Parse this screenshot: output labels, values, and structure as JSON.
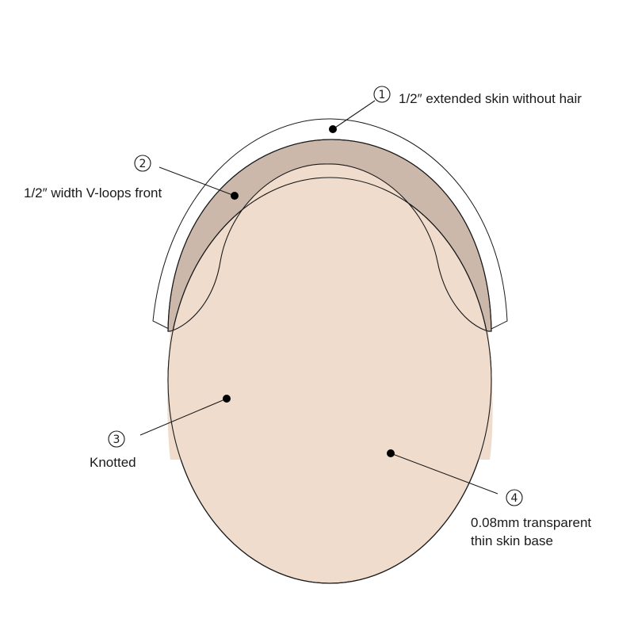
{
  "colors": {
    "background": "#ffffff",
    "outline": "#1a1a1a",
    "extended_skin_fill": "#ffffff",
    "vloop_band_fill": "#cbb8ab",
    "base_fill": "#efdccd",
    "dot": "#000000"
  },
  "callouts": [
    {
      "number": "1",
      "text_lines": [
        "1/2″  extended skin without hair"
      ]
    },
    {
      "number": "2",
      "text_lines": [
        "1/2″  width V-loops front"
      ]
    },
    {
      "number": "3",
      "text_lines": [
        "Knotted"
      ]
    },
    {
      "number": "4",
      "text_lines": [
        "0.08mm transparent",
        "thin skin base"
      ]
    }
  ]
}
